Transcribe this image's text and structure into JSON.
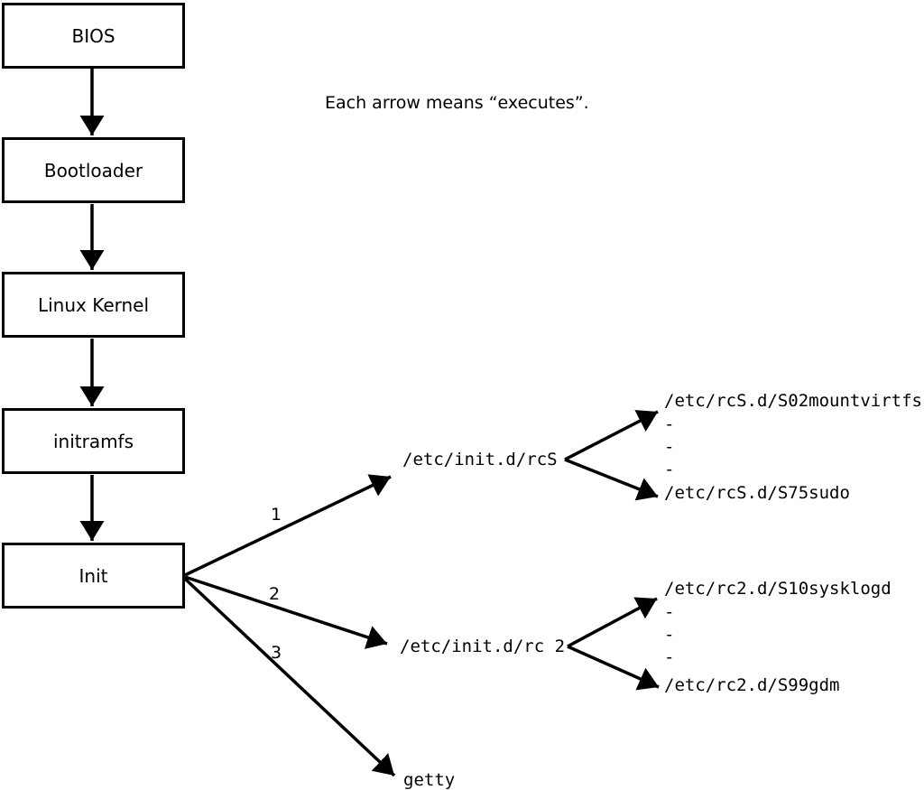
{
  "note": "Each arrow means “executes”.",
  "boot_chain": [
    {
      "label": "BIOS"
    },
    {
      "label": "Bootloader"
    },
    {
      "label": "Linux Kernel"
    },
    {
      "label": "initramfs"
    },
    {
      "label": "Init"
    }
  ],
  "branches": [
    {
      "number": "1",
      "script": "/etc/init.d/rcS",
      "first_child": "/etc/rcS.d/S02mountvirtfs",
      "ellipsis": [
        "-",
        "-",
        "-"
      ],
      "last_child": "/etc/rcS.d/S75sudo"
    },
    {
      "number": "2",
      "script": "/etc/init.d/rc 2",
      "first_child": "/etc/rc2.d/S10sysklogd",
      "ellipsis": [
        "-",
        "-",
        "-"
      ],
      "last_child": "/etc/rc2.d/S99gdm"
    },
    {
      "number": "3",
      "script": "getty"
    }
  ],
  "colors": {
    "line": "#000000",
    "background": "#ffffff"
  }
}
